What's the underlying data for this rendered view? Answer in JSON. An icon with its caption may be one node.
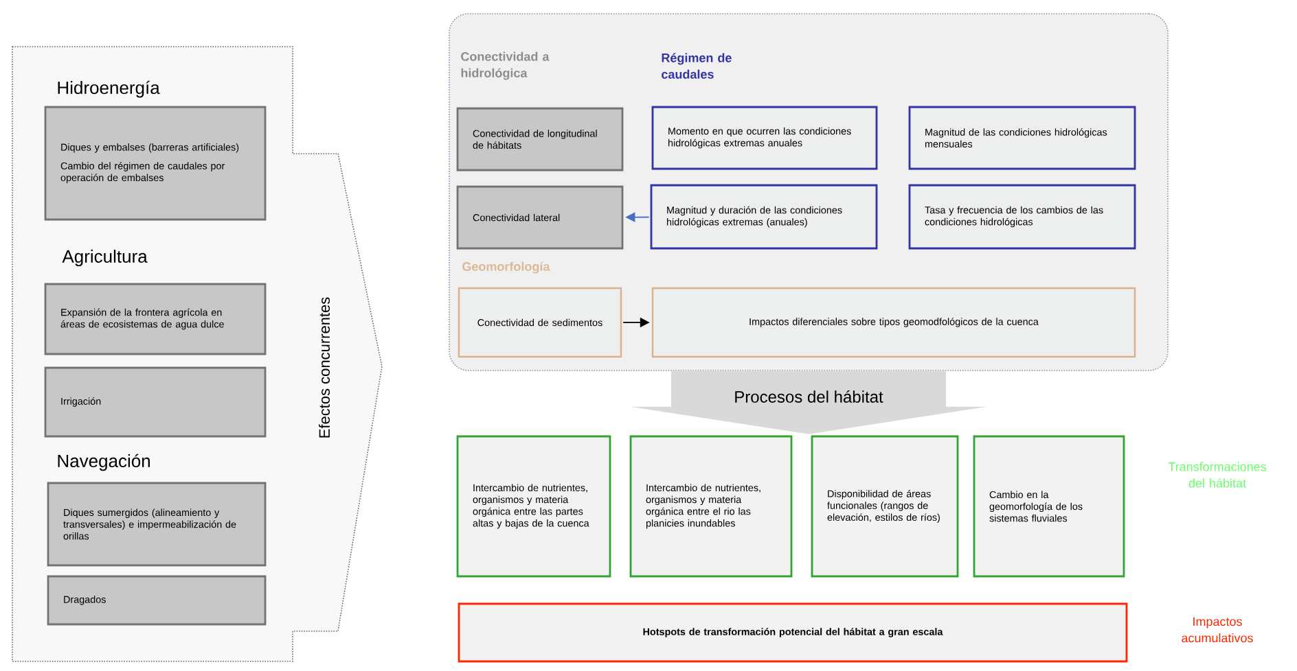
{
  "diagram": {
    "nodes": [
      {
        "text": [
          "Efectos concurrentes"
        ]
      },
      {
        "text": [
          "Diques y embalses (barreras artificiales)",
          "Cambio del régimen de caudales por operación de embalses"
        ],
        "in": 0
      },
      {
        "text": [
          "Expansión de la frontera agrícola en áreas de ecosistemas de agua dulce"
        ],
        "in": 0
      },
      {
        "text": [
          "Irrigación"
        ],
        "in": 0
      },
      {
        "text": [
          "Diques sumergidos (alineamiento y transversales) e impermeabilización de orillas"
        ],
        "in": 0
      },
      {
        "text": [
          "Dragados"
        ],
        "in": 0
      },
      {
        "text": [],
        "shape": "box"
      },
      {
        "text": [
          "Conectividad de longitudinal de hábitats"
        ],
        "in": 6
      },
      {
        "text": [
          "Conectividad lateral"
        ],
        "in": 6
      },
      {
        "text": [
          "Momento en que ocurren las condiciones hidrológicas extremas anuales"
        ],
        "in": 6
      },
      {
        "text": [
          "Magnitud de las condiciones hidrológicas mensuales"
        ],
        "in": 6
      },
      {
        "text": [
          "Magnitud y duración de las condiciones hidrológicas extremas (anuales)"
        ],
        "in": 6
      },
      {
        "text": [
          "Tasa y frecuencia de los cambios de las condiciones hidrológicas"
        ],
        "in": 6
      },
      {
        "text": [
          "Conectividad de sedimentos"
        ],
        "in": 6
      },
      {
        "text": [
          "Impactos diferenciales sobre tipos geomodfológicos de la cuenca"
        ],
        "in": 6
      },
      {
        "text": [
          "Intercambio de nutrientes, organismos y materia orgánica entre las partes altas y bajas de la cuenca"
        ]
      },
      {
        "text": [
          "Intercambio de nutrientes, organismos y materia orgánica entre el rio las planicies inundables"
        ]
      },
      {
        "text": [
          "Disponibilidad de áreas funcionales (rangos de elevación, estilos de ríos)"
        ]
      },
      {
        "text": [
          "Cambio en la geomorfología de los sistemas fluviales"
        ]
      },
      {
        "text": [
          "Hotspots de transformación potencial del hábitat a gran escala"
        ]
      }
    ],
    "edges": [
      {
        "from": 11,
        "to": 8,
        "arrow": "to",
        "color": "#4a6fc0"
      },
      {
        "from": 13,
        "to": 14,
        "arrow": "to",
        "color": "#000000"
      },
      {
        "from": 6,
        "to": null,
        "arrow": "to",
        "label": "Procesos del hábitat",
        "style": "thick",
        "color": "#d9d9d9"
      }
    ],
    "labels": [
      "Hidroenergía",
      "Agricultura",
      "Navegación",
      "Conectividad a hidrológica",
      "Régimen de caudales",
      "Geomorfología",
      "Transformaciones del hábitat",
      "Impactos acumulativos"
    ]
  }
}
